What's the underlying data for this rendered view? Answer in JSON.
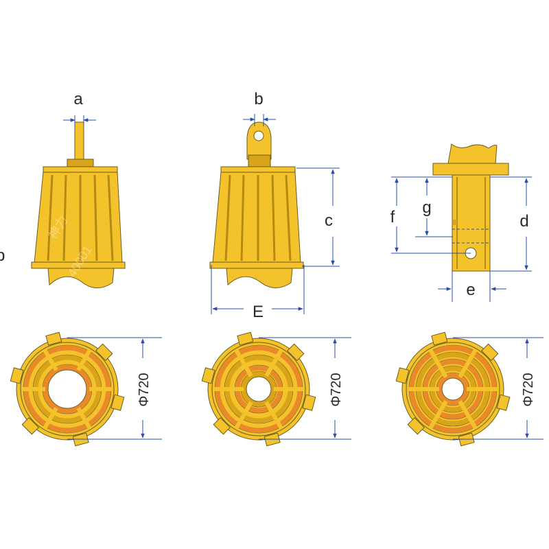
{
  "colors": {
    "yellow": "#F4C32C",
    "yellow_dark": "#D9A41A",
    "orange": "#E9892A",
    "outline": "#6b5a1e",
    "dim": "#2a4ea8"
  },
  "views": {
    "view1": {
      "width_label": "a"
    },
    "view2": {
      "width_label": "b",
      "height_label": "c",
      "diameter_label": "E"
    },
    "view3": {
      "f_label": "f",
      "g_label": "g",
      "d_label": "d",
      "e_label": "e"
    },
    "edge_label": "b"
  },
  "rings": [
    {
      "diameter_text": "Φ720"
    },
    {
      "diameter_text": "Φ720"
    },
    {
      "diameter_text": "Φ720"
    }
  ],
  "watermark": {
    "line1": "神力",
    "line2": "40001"
  }
}
